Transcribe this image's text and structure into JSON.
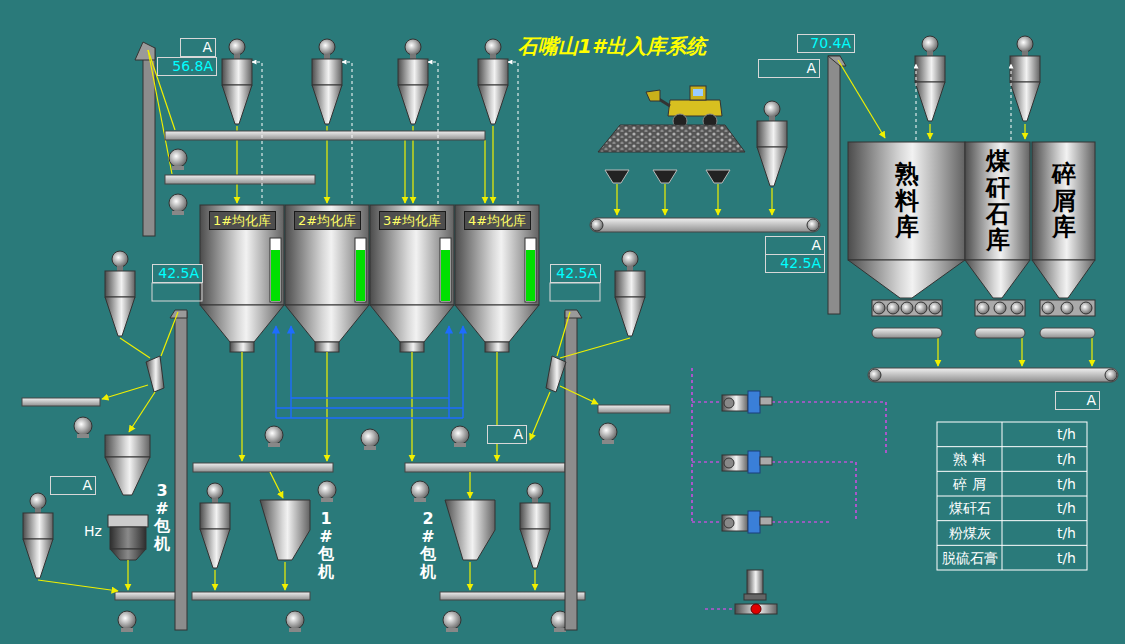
{
  "diagram": {
    "title": "石嘴山1#出入库系统",
    "nodes": [
      {
        "text": [
          "A"
        ]
      },
      {
        "text": [
          "56.8A"
        ]
      },
      {
        "text": [
          "70.4A"
        ]
      },
      {
        "text": [
          "A"
        ]
      },
      {
        "text": [
          "熟料库"
        ]
      },
      {
        "text": [
          "煤矸石库"
        ]
      },
      {
        "text": [
          "碎屑库"
        ]
      },
      {
        "text": [
          "1#均化库"
        ]
      },
      {
        "text": [
          "2#均化库"
        ]
      },
      {
        "text": [
          "3#均化库"
        ]
      },
      {
        "text": [
          "4#均化库"
        ]
      },
      {
        "text": [
          "A"
        ]
      },
      {
        "text": [
          "42.5A"
        ]
      },
      {
        "text": [
          "42.5A"
        ]
      },
      {
        "text": [
          "42.5A"
        ]
      },
      {
        "text": [
          "A"
        ]
      },
      {
        "text": [
          "A"
        ]
      },
      {
        "text": [
          "3#包机"
        ]
      },
      {
        "text": [
          "A"
        ]
      },
      {
        "text": [
          "1#包机"
        ]
      },
      {
        "text": [
          "2#包机"
        ]
      }
    ],
    "labels": [
      "Hz",
      "t/h",
      "熟 料",
      "t/h",
      "碎 屑",
      "t/h",
      "煤矸石",
      "t/h",
      "粉煤灰",
      "t/h",
      "脱硫石膏",
      "t/h"
    ]
  }
}
